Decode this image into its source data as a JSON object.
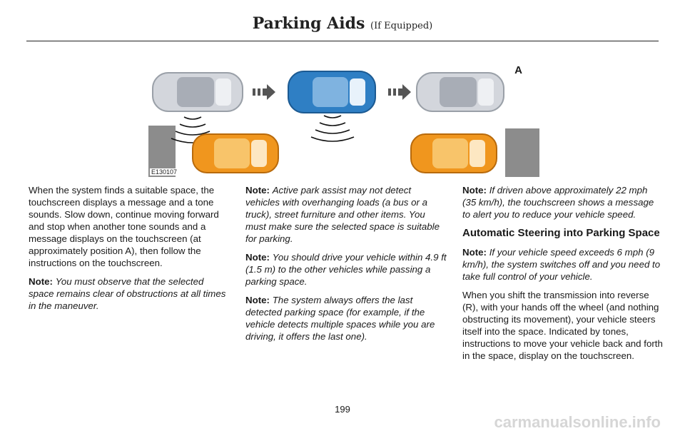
{
  "header": {
    "title": "Parking Aids",
    "subtitle": "(If Equipped)"
  },
  "figure": {
    "id": "E130107",
    "letter": "A"
  },
  "col1": {
    "p1": "When the system finds a suitable space, the touchscreen displays a message and a tone sounds. Slow down, continue moving forward and stop when another tone sounds and a message displays on the touchscreen (at approximately position A), then follow the instructions on the touchscreen.",
    "note_label": "Note:",
    "note1": "You must observe that the selected space remains clear of obstructions at all times in the maneuver."
  },
  "col2": {
    "note_label": "Note:",
    "note1": "Active park assist may not detect vehicles with overhanging loads (a bus or a truck), street furniture and other items. You must make sure the selected space is suitable for parking.",
    "note2": "You should drive your vehicle within 4.9 ft (1.5 m) to the other vehicles while passing a parking space.",
    "note3": "The system always offers the last detected parking space (for example, if the vehicle detects multiple spaces while you are driving, it offers the last one)."
  },
  "col3": {
    "note_label": "Note:",
    "note1": "If driven above approximately 22 mph (35 km/h), the touchscreen shows a message to alert you to reduce your vehicle speed.",
    "heading": "Automatic Steering into Parking Space",
    "note2": "If your vehicle speed exceeds 6 mph (9 km/h), the system switches off and you need to take full control of your vehicle.",
    "p1": "When you shift the transmission into reverse (R), with your hands off the wheel (and nothing obstructing its movement), your vehicle steers itself into the space. Indicated by tones, instructions to move your vehicle back and forth in the space, display on the touchscreen."
  },
  "page_number": "199",
  "watermark": "carmanualsonline.info",
  "colors": {
    "silver_car": "#cfd2d8",
    "blue_car": "#2f7fc4",
    "orange_car": "#f0961e",
    "curb": "#8c8c8c"
  }
}
